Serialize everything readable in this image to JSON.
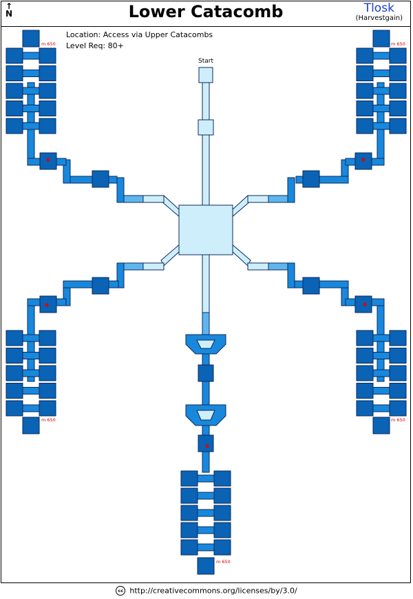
{
  "header": {
    "title": "Lower Catacomb",
    "north_label": "N",
    "author": "Tlosk",
    "server": "(Harvestgain)"
  },
  "info": {
    "location": "Location: Access via Upper Catacombs",
    "level_req": "Level Req: 80+"
  },
  "map": {
    "start_label": "Start",
    "mob_level_label": "650",
    "colors": {
      "room": "#0a63b5",
      "corridor": "#1888dd",
      "light_area": "#cfeefc",
      "mid_corridor": "#5fb6ee",
      "mob_marker": "#e10000"
    }
  },
  "footer": {
    "cc_label": "cc",
    "url": "http://creativecommons.org/licenses/by/3.0/"
  }
}
